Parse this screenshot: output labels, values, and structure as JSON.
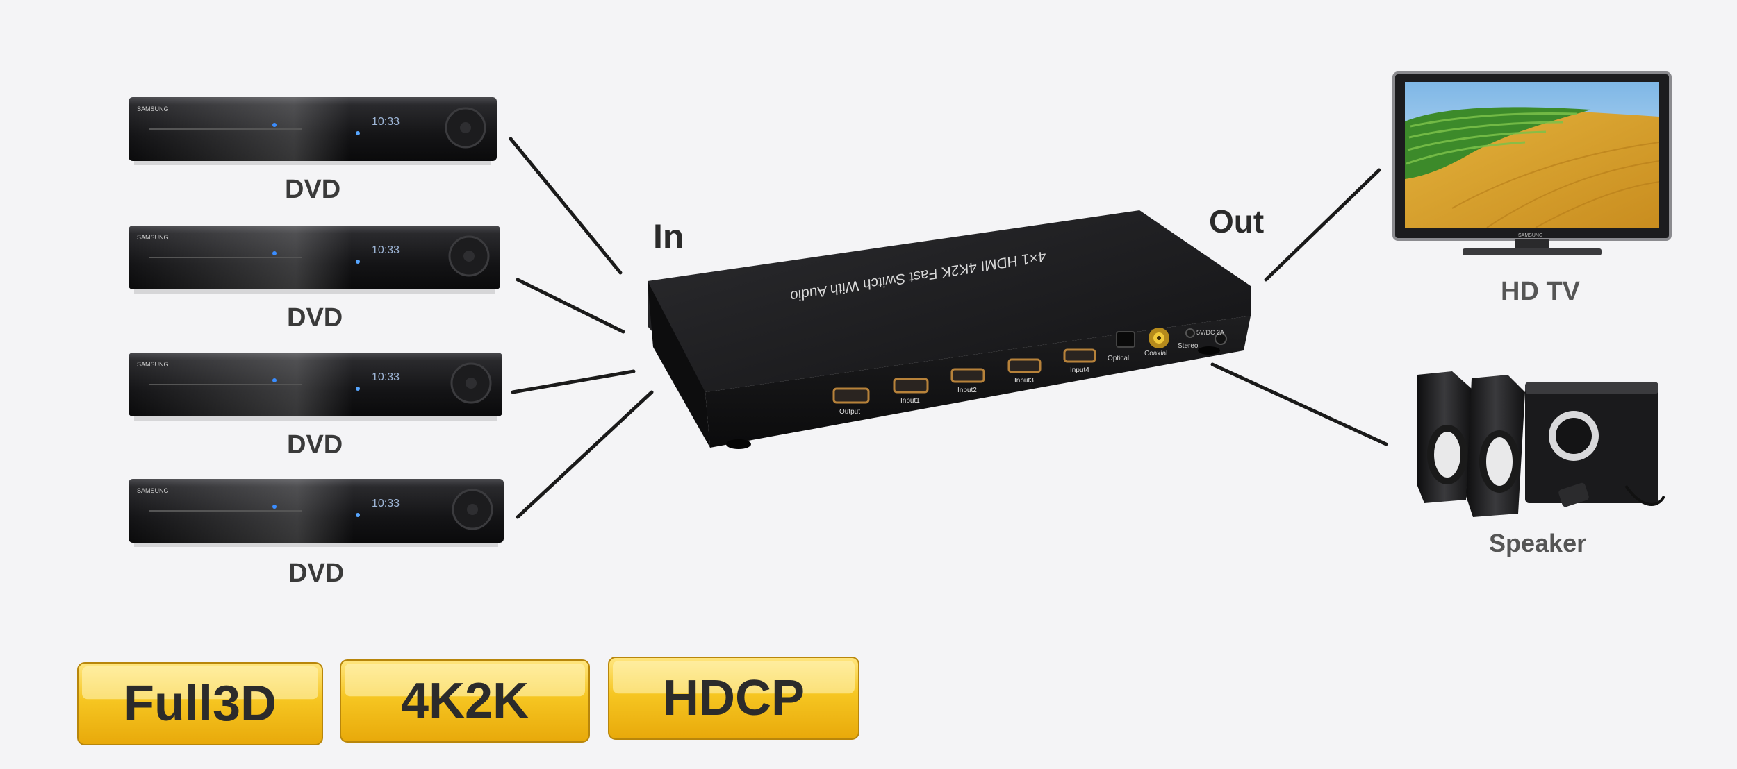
{
  "sources": [
    {
      "label": "DVD",
      "brand": "SAMSUNG",
      "display": "10:33"
    },
    {
      "label": "DVD",
      "brand": "SAMSUNG",
      "display": "10:33"
    },
    {
      "label": "DVD",
      "brand": "SAMSUNG",
      "display": "10:33"
    },
    {
      "label": "DVD",
      "brand": "SAMSUNG",
      "display": "10:33"
    }
  ],
  "in_label": "In",
  "out_label": "Out",
  "switcher": {
    "title": "4×1 HDMI 4K2K Fast Switch With Audio",
    "ports": [
      "Output",
      "Input1",
      "Input2",
      "Input3",
      "Input4"
    ],
    "audio_ports": [
      "Optical",
      "Coaxial",
      "Stereo"
    ],
    "power": "5V/DC 2A"
  },
  "outputs": [
    {
      "label": "HD TV",
      "brand": "SAMSUNG"
    },
    {
      "label": "Speaker"
    }
  ],
  "badges": [
    "Full3D",
    "4K2K",
    "HDCP"
  ],
  "colors": {
    "background": "#f4f4f6",
    "label_text": "#3a3a3a",
    "device_body": "#1b1b1d",
    "badge_gold": "#f2b90f",
    "badge_light": "#ffe680",
    "badge_text": "#2b2b2b",
    "connector_line": "#1a1a1a"
  }
}
